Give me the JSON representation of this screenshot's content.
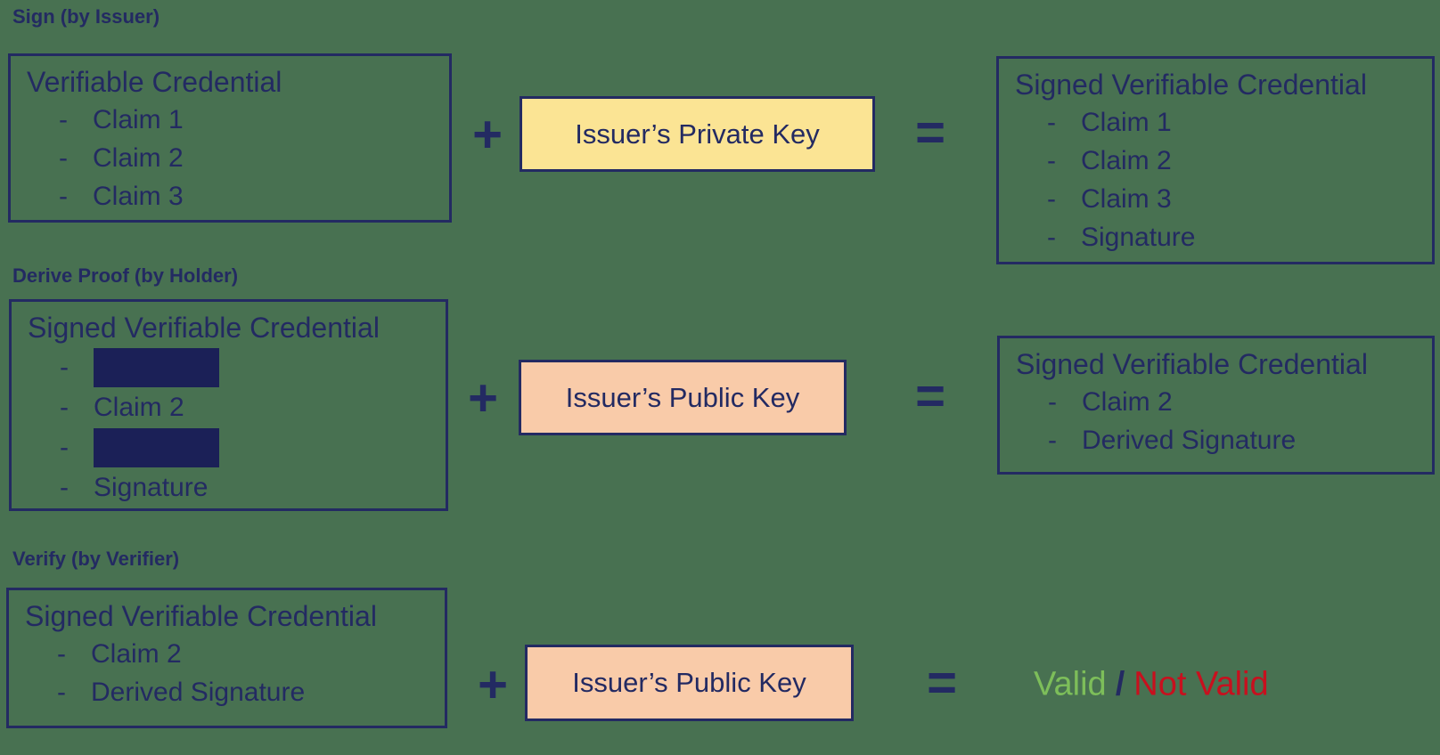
{
  "colors": {
    "background": "#487151",
    "navy_ink": "#232a62",
    "redaction_fill": "#1b2057",
    "private_key_fill": "#fbe494",
    "public_key_fill": "#f9cba9",
    "valid_green": "#7dbe5a",
    "not_valid_red": "#c8101e"
  },
  "bullet": "-",
  "operators": {
    "plus": "+",
    "equals": "="
  },
  "sections": [
    {
      "heading": "Sign (by Issuer)",
      "input_box": {
        "title": "Verifiable Credential",
        "items": [
          "Claim 1",
          "Claim 2",
          "Claim 3"
        ]
      },
      "key_box": {
        "label": "Issuer’s Private Key"
      },
      "output_box": {
        "title": "Signed Verifiable Credential",
        "items": [
          "Claim 1",
          "Claim 2",
          "Claim 3",
          "Signature"
        ]
      }
    },
    {
      "heading": "Derive Proof (by Holder)",
      "input_box": {
        "title": "Signed Verifiable Credential",
        "items": [
          {
            "type": "redacted",
            "label": ""
          },
          {
            "type": "text",
            "label": "Claim 2"
          },
          {
            "type": "redacted",
            "label": ""
          },
          {
            "type": "text",
            "label": "Signature"
          }
        ]
      },
      "key_box": {
        "label": "Issuer’s Public Key"
      },
      "output_box": {
        "title": "Signed Verifiable Credential",
        "items": [
          "Claim 2",
          "Derived Signature"
        ]
      }
    },
    {
      "heading": "Verify (by Verifier)",
      "input_box": {
        "title": "Signed Verifiable Credential",
        "items": [
          "Claim 2",
          "Derived Signature"
        ]
      },
      "key_box": {
        "label": "Issuer’s Public Key"
      },
      "result": {
        "valid_label": "Valid",
        "separator": "/",
        "invalid_label": "Not Valid"
      }
    }
  ]
}
